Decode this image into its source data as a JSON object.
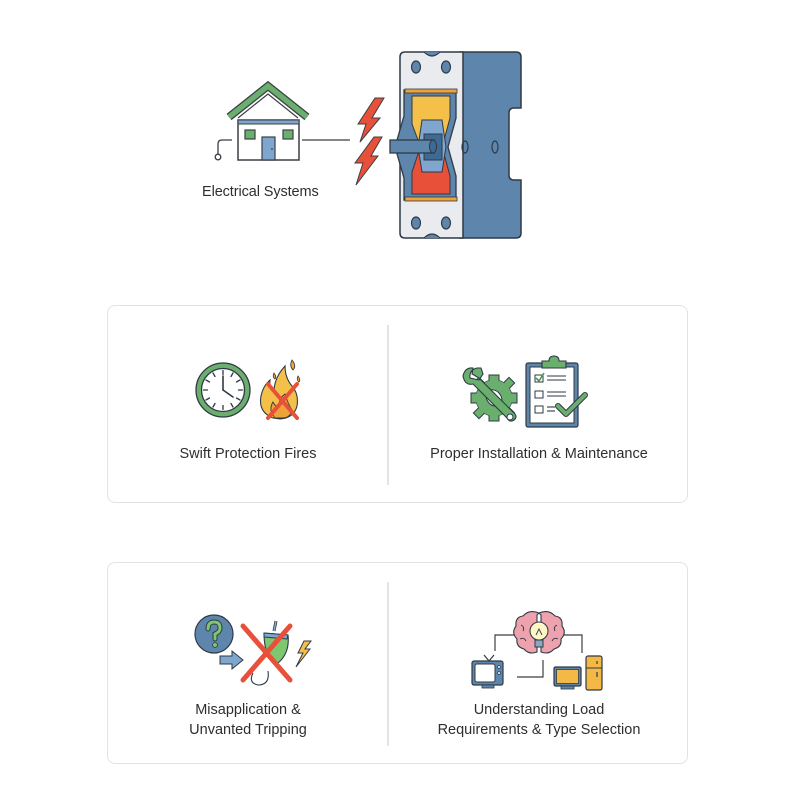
{
  "hero": {
    "label": "Electrical Systems",
    "icons": [
      "house-icon",
      "lightning-icon",
      "circuit-breaker-icon"
    ]
  },
  "cards": [
    {
      "items": [
        {
          "label": "Swift Protection Fires",
          "icons": [
            "clock-icon",
            "fire-crossed-icon"
          ]
        },
        {
          "label": "Proper Installation & Maintenance",
          "icons": [
            "wrench-gear-icon",
            "checklist-clipboard-icon"
          ]
        }
      ]
    },
    {
      "items": [
        {
          "label_line1": "Misapplication &",
          "label_line2": "Unvanted Tripping",
          "icons": [
            "question-icon",
            "arrow-right-icon",
            "plug-crossed-icon",
            "lightning-icon"
          ]
        },
        {
          "label_line1": "Understanding Load",
          "label_line2": "Requirements & Type Selection",
          "icons": [
            "brain-lightbulb-icon",
            "tv-icon",
            "monitor-icon",
            "refrigerator-icon"
          ]
        }
      ]
    }
  ],
  "colors": {
    "green": "#6aaf6e",
    "blue": "#5b86ad",
    "steel": "#6f90b3",
    "orange": "#f0a23a",
    "yellow": "#f4c04a",
    "red": "#e8503a",
    "outline": "#2f3a45",
    "card_border": "#e3e3e3"
  }
}
